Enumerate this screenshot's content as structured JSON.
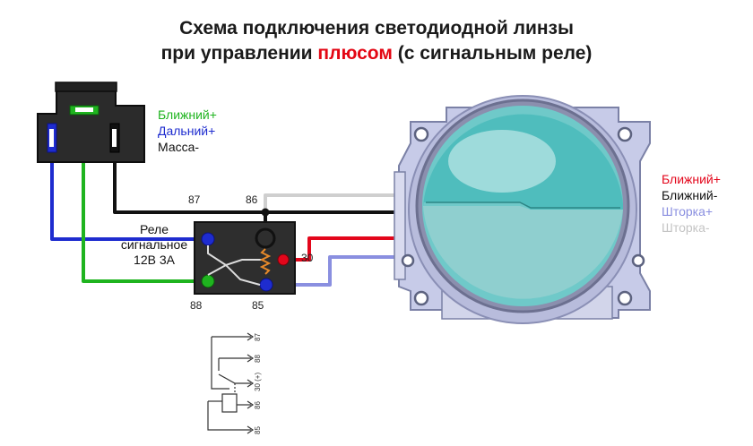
{
  "title": {
    "line1": "Схема подключения светодиодной линзы",
    "line2_prefix": "при управлении ",
    "line2_highlight": "плюсом",
    "line2_suffix": " (с сигнальным реле)"
  },
  "connector_labels": {
    "low_beam_plus": "Ближний+",
    "high_beam_plus": "Дальний+",
    "ground_minus": "Масса-"
  },
  "lens_labels": {
    "low_beam_plus": "Ближний+",
    "low_beam_minus": "Ближний-",
    "shutter_plus": "Шторка+",
    "shutter_minus": "Шторка-"
  },
  "relay": {
    "line1": "Реле",
    "line2": "сигнальное",
    "line3": "12В 3А",
    "pin_87": "87",
    "pin_86": "86",
    "pin_30": "30",
    "pin_88": "88",
    "pin_85": "85"
  },
  "schematic_pins": [
    "87",
    "88",
    "30 (+)",
    "86",
    "85"
  ],
  "colors": {
    "low_beam_wire": "#1fb41f",
    "high_beam_wire": "#1e2ccf",
    "ground_wire": "#111111",
    "red_wire": "#e3061b",
    "shutter_plus_wire": "#8a8fe0",
    "shutter_minus_wire": "#cccccc",
    "title_highlight": "#e30613"
  }
}
